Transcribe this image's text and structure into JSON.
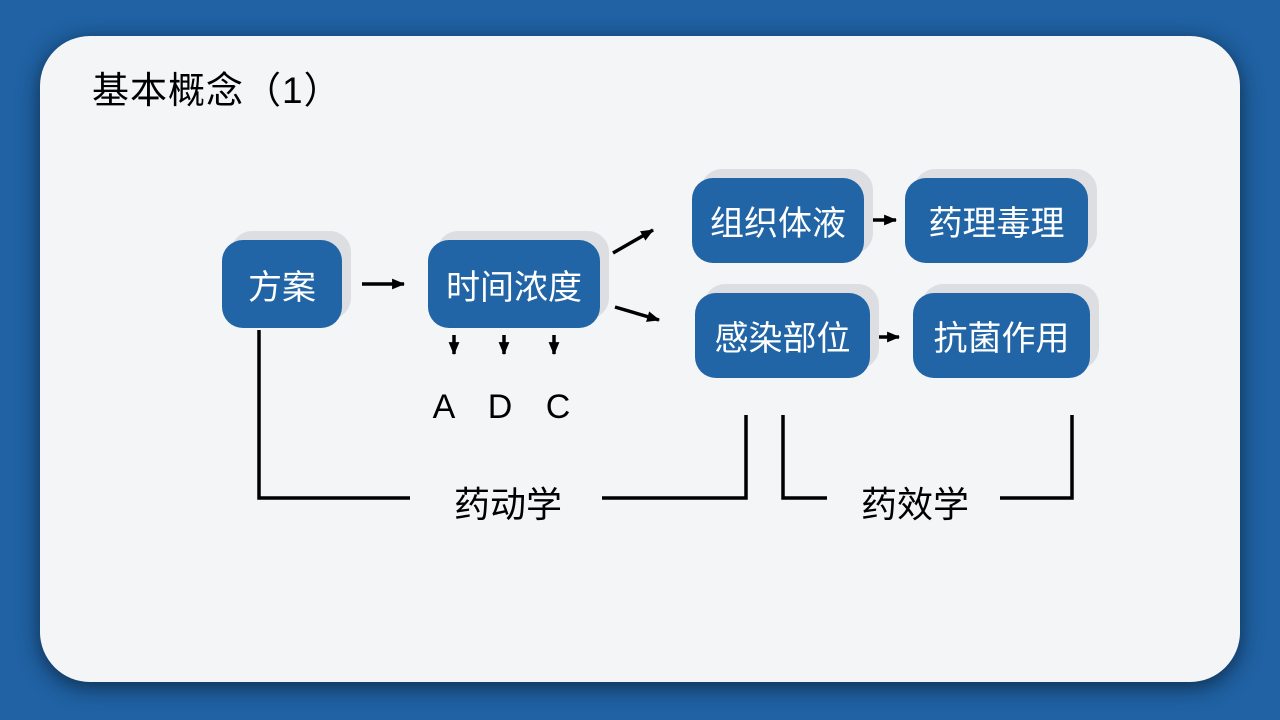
{
  "slide": {
    "title": "基本概念（1）"
  },
  "diagram": {
    "nodes": [
      {
        "id": "plan",
        "label": "方案"
      },
      {
        "id": "time-concentration",
        "label": "时间浓度"
      },
      {
        "id": "tissue-fluid",
        "label": "组织体液"
      },
      {
        "id": "pharmacology-toxicology",
        "label": "药理毒理"
      },
      {
        "id": "infection-site",
        "label": "感染部位"
      },
      {
        "id": "antibacterial-action",
        "label": "抗菌作用"
      }
    ],
    "adc_letters": [
      "A",
      "D",
      "C"
    ],
    "bracket_labels": [
      {
        "id": "pharmacokinetics",
        "label": "药动学"
      },
      {
        "id": "pharmacodynamics",
        "label": "药效学"
      }
    ]
  },
  "colors": {
    "frame_blue": "#2062a4",
    "node_blue": "#2165a6",
    "card_bg": "#f3f5f7",
    "node_shadow": "#dcdee1",
    "node_text": "#ffffff",
    "title_text": "#000000",
    "line_black": "#000000"
  }
}
